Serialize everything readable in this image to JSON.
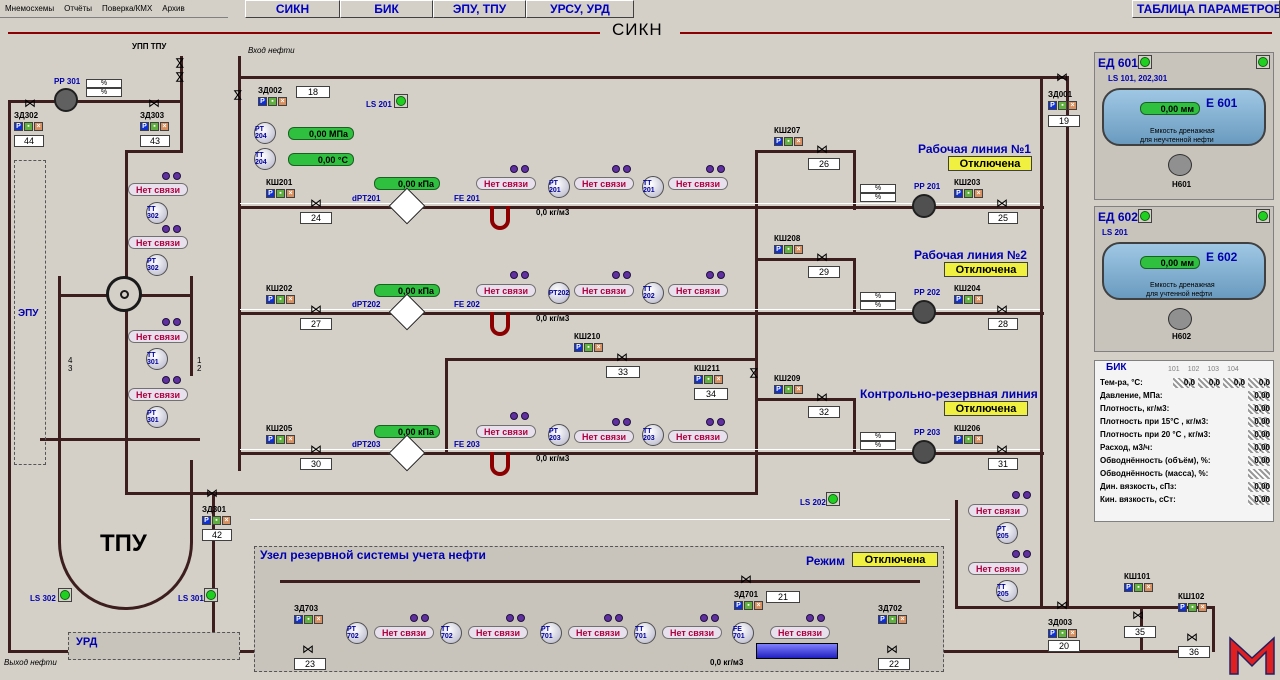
{
  "menu": [
    "Мнемосхемы",
    "Отчёты",
    "Поверка/КМХ",
    "Архив"
  ],
  "nav": [
    "СИКН",
    "БИК",
    "ЭПУ, ТПУ",
    "УРСУ, УРД"
  ],
  "param_button": "ТАБЛИЦА ПАРАМЕТРОВ",
  "title": "СИКН",
  "labels": {
    "upp_tpu": "УПП ТПУ",
    "vhod": "Вход нефти",
    "vyhod": "Выход нефти",
    "epu": "ЭПУ",
    "tpu": "ТПУ",
    "urd": "УРД",
    "uzel": "Узел резервной системы учета нефти",
    "rezhim": "Режим",
    "rab1": "Рабочая линия №1",
    "rab2": "Рабочая линия №2",
    "kontrol": "Контрольно-резервная линия",
    "otkl": "Отключена",
    "nosvyaz": "Нет связи",
    "density": "0,0 кг/м3",
    "pct": "%",
    "num_4": "4",
    "num_3": "3",
    "num_1": "1",
    "num_2": "2"
  },
  "valves": {
    "zd302": "ЗД302",
    "zd303": "ЗД303",
    "zd002": "ЗД002",
    "zd001": "ЗД001",
    "zd301": "ЗД301",
    "zd703": "ЗД703",
    "zd701": "ЗД701",
    "zd702": "ЗД702",
    "zd003": "ЗД003",
    "ksh201": "КШ201",
    "ksh202": "КШ202",
    "ksh205": "КШ205",
    "ksh207": "КШ207",
    "ksh208": "КШ208",
    "ksh203": "КШ203",
    "ksh204": "КШ204",
    "ksh206": "КШ206",
    "ksh209": "КШ209",
    "ksh210": "КШ210",
    "ksh211": "КШ211",
    "ksh101": "КШ101",
    "ksh102": "КШ102"
  },
  "numbers": {
    "n44": "44",
    "n43": "43",
    "n18": "18",
    "n19": "19",
    "n42": "42",
    "n24": "24",
    "n27": "27",
    "n30": "30",
    "n26": "26",
    "n29": "29",
    "n32": "32",
    "n33": "33",
    "n34": "34",
    "n25": "25",
    "n28": "28",
    "n31": "31",
    "n23": "23",
    "n21": "21",
    "n22": "22",
    "n20": "20",
    "n35": "35",
    "n36": "36"
  },
  "sensors": {
    "rp301": "РР 301",
    "rt204": "РТ 204",
    "tt204": "ТТ 204",
    "tt302": "ТТ 302",
    "rt302": "РТ 302",
    "tt301": "ТТ 301",
    "rt301": "РТ 301",
    "rt201": "РТ 201",
    "tt201": "ТТ 201",
    "rt202": "РТ202",
    "tt202": "ТТ 202",
    "rt203": "РТ 203",
    "tt203": "ТТ 203",
    "rt205": "РТ 205",
    "tt205": "ТТ 205",
    "rt702": "РТ 702",
    "tt702": "ТТ 702",
    "rt701": "РТ 701",
    "tt701": "ТТ 701",
    "fe701": "FE 701",
    "rr201": "РР 201",
    "rr202": "РР 202",
    "rr203": "РР 203",
    "dpt201": "dPT201",
    "dpt202": "dPT202",
    "dpt203": "dPT203",
    "fe201": "FE 201",
    "fe202": "FE 202",
    "fe203": "FE 203",
    "ls201": "LS 201",
    "ls202": "LS 202",
    "ls301": "LS 301",
    "ls302": "LS 302"
  },
  "displays": {
    "pressure": "0,00 МПа",
    "temp": "0,00 °С",
    "kpa": "0,00 кПа",
    "mm": "0,00 мм"
  },
  "ed601": {
    "title": "ЕД 601",
    "ls": "LS 101, 202,301",
    "tank": "Е 601",
    "desc1": "Емкость дренажная",
    "desc2": "для неучтенной нефти",
    "pump": "Н601"
  },
  "ed602": {
    "title": "ЕД 602",
    "ls": "LS 201",
    "tank": "Е 602",
    "desc1": "Емкость дренажная",
    "desc2": "для учтенной нефти",
    "pump": "Н602"
  },
  "bik": {
    "title": "БИК",
    "cols": [
      "101",
      "102",
      "103",
      "104"
    ],
    "rows": [
      {
        "label": "Тем-ра, °С:",
        "vals": [
          "0,0",
          "0,0",
          "0,0",
          "0,0"
        ]
      },
      {
        "label": "Давление, МПа:",
        "vals": [
          "0,00"
        ]
      },
      {
        "label": "Плотность, кг/м3:",
        "vals": [
          "0,00"
        ]
      },
      {
        "label": "Плотность при 15°С , кг/м3:",
        "vals": [
          "0,00"
        ]
      },
      {
        "label": "Плотность при 20 °С , кг/м3:",
        "vals": [
          "0,00"
        ]
      },
      {
        "label": "Расход, м3/ч:",
        "vals": [
          "0,00"
        ]
      },
      {
        "label": "Обводнённость (объём), %:",
        "vals": [
          "0,00"
        ]
      },
      {
        "label": "Обводнённость (масса), %:",
        "vals": [
          ""
        ]
      },
      {
        "label": "Дин. вязкость, сПз:",
        "vals": [
          "0,00"
        ]
      },
      {
        "label": "Кин. вязкость, сСт:",
        "vals": [
          "0,00"
        ]
      }
    ]
  },
  "colors": {
    "pipe": "#3c1e1e",
    "accent": "#0000c0",
    "status": "#f0f040",
    "ok": "#30c040"
  }
}
